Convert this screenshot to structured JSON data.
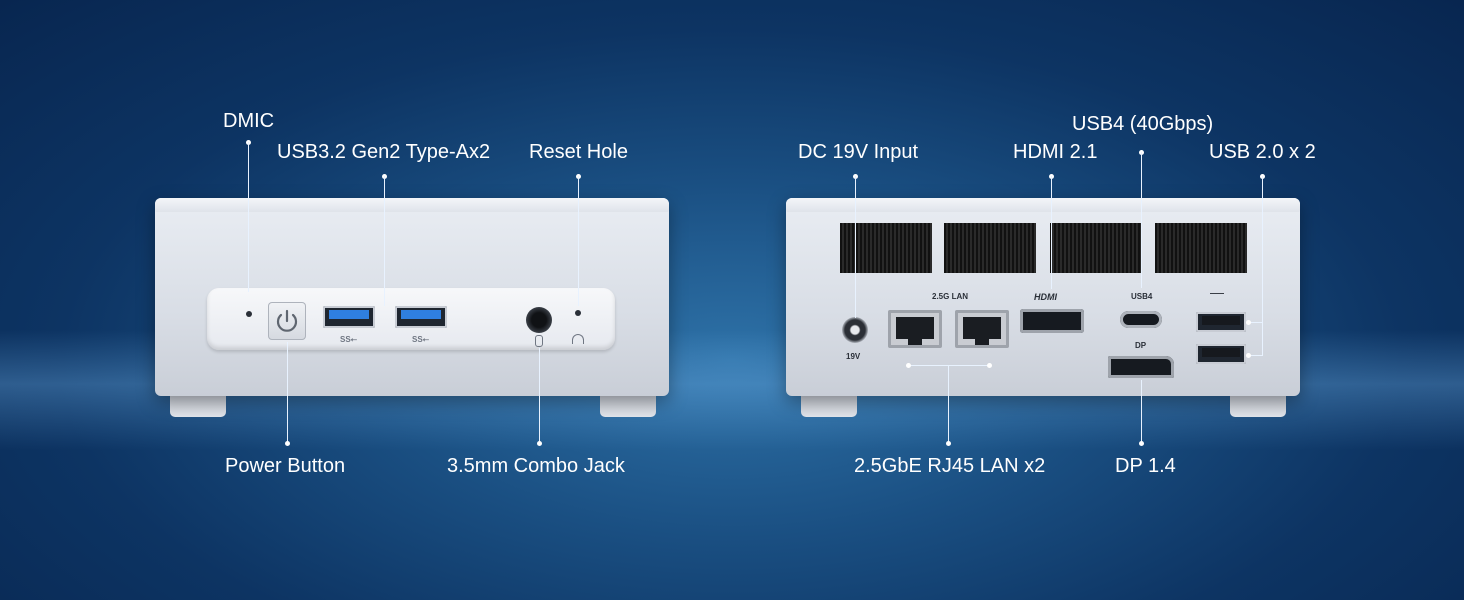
{
  "front": {
    "labels": {
      "dmic": "DMIC",
      "usb32": "USB3.2 Gen2 Type-Ax2",
      "reset": "Reset Hole",
      "power": "Power Button",
      "combo": "3.5mm Combo Jack"
    },
    "port_marks": {
      "ss1": "SS⭠",
      "ss2": "SS⭠"
    }
  },
  "rear": {
    "labels": {
      "dc": "DC 19V Input",
      "hdmi": "HDMI 2.1",
      "usb4": "USB4 (40Gbps)",
      "usb2": "USB 2.0 x 2",
      "lan": "2.5GbE RJ45 LAN x2",
      "dp": "DP 1.4"
    },
    "port_marks": {
      "lan": "2.5G LAN",
      "hdmi": "HDMI",
      "usb4": "USB4",
      "dp": "DP",
      "dc": "19V"
    }
  },
  "colors": {
    "background": "#0d3463",
    "device_body": "#d8dde5",
    "usb3_blue": "#2f7fe0"
  }
}
